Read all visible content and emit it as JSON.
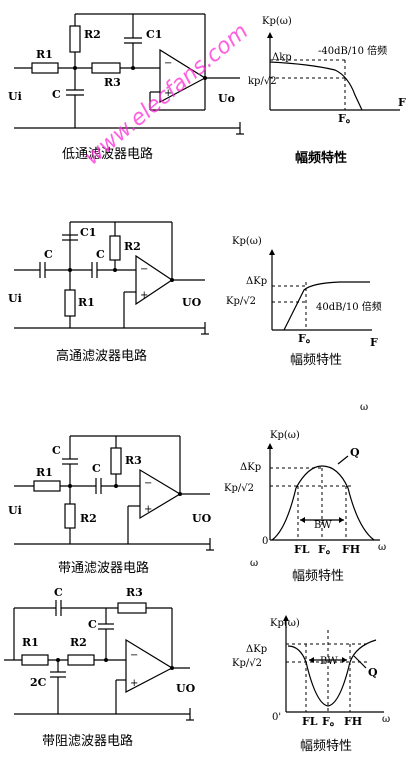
{
  "watermark": "www.elecfans.com",
  "omega_symbol": "ω",
  "panels": [
    {
      "caption": "低通滤波器电路",
      "response_caption": "幅频特性",
      "labels": {
        "R1": "R1",
        "R2": "R2",
        "R3": "R3",
        "C": "C",
        "C1": "C1",
        "Ui": "Ui",
        "Uo": "Uo",
        "kp_omega": "Kp(ω)",
        "delta_kp": "Δkp",
        "kp_sqrt2": "kp/√2",
        "slope": "-40dB/10 倍频",
        "F0": "F。",
        "F": "F"
      }
    },
    {
      "caption": "高通滤波器电路",
      "response_caption": "幅频特性",
      "labels": {
        "C": "C",
        "C1": "C1",
        "R1": "R1",
        "R2": "R2",
        "Ui": "Ui",
        "Uo": "UO",
        "kp_omega": "Kp(ω)",
        "delta_kp": "ΔKp",
        "kp_sqrt2": "Kp/√2",
        "slope": "40dB/10 倍频",
        "F0": "F。",
        "F": "F"
      }
    },
    {
      "caption": "带通滤波器电路",
      "response_caption": "幅频特性",
      "labels": {
        "C": "C",
        "R1": "R1",
        "R2": "R2",
        "R3": "R3",
        "Ui": "Ui",
        "Uo": "UO",
        "kp_omega": "Kp(ω)",
        "delta_kp": "ΔKp",
        "kp_sqrt2": "Kp/√2",
        "Q": "Q",
        "BW": "BW",
        "FL": "FL",
        "F0": "F。",
        "FH": "FH",
        "zero": "0"
      }
    },
    {
      "caption": "带阻滤波器电路",
      "response_caption": "幅频特性",
      "labels": {
        "C": "C",
        "C2": "2C",
        "R1": "R1",
        "R2": "R2",
        "R3": "R3",
        "Uo": "UO",
        "kp_omega": "Kp(ω)",
        "delta_kp": "ΔKp",
        "kp_sqrt2": "Kp/√2",
        "Q": "Q",
        "BW": "BW",
        "FL": "FL",
        "F0": "F。",
        "FH": "FH",
        "zero": "0'"
      }
    }
  ]
}
